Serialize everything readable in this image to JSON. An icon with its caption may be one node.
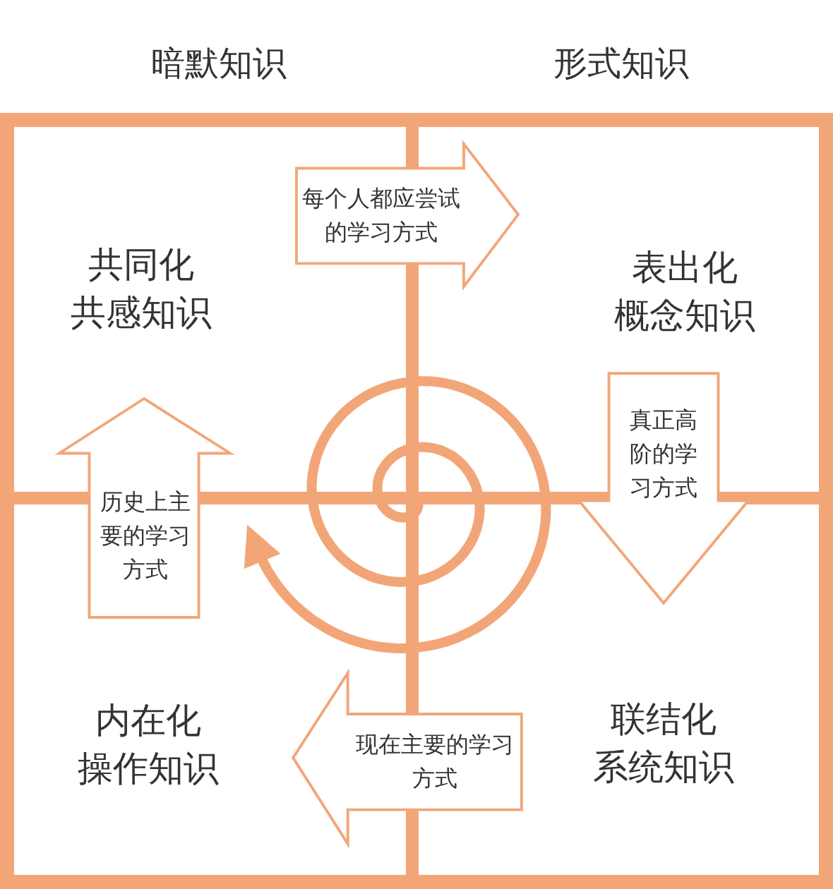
{
  "diagram": {
    "nodes": [
      {
        "text": [
          "共同化",
          "共感知识"
        ]
      },
      {
        "text": [
          "每个人都应尝试的学习方式"
        ]
      },
      {
        "text": [
          "表出化",
          "概念知识"
        ]
      },
      {
        "text": [
          "真正高阶的学习方式"
        ]
      },
      {
        "text": [
          "历史上主要的学习方式"
        ]
      },
      {
        "text": [
          "内在化",
          "操作知识"
        ]
      },
      {
        "text": [
          "现在主要的学习方式"
        ]
      },
      {
        "text": [
          "联结化",
          "系统知识"
        ]
      }
    ],
    "labels": [
      "暗默知识",
      "形式知识"
    ]
  }
}
